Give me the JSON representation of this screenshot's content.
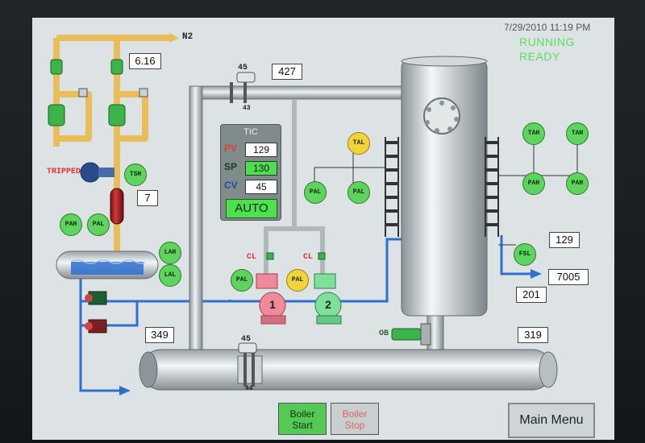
{
  "timestamp": "7/29/2010 11:19 PM",
  "status": {
    "line1": "RUNNING",
    "line2": "READY"
  },
  "gas_label": "N2",
  "tripped_label": "TRIPPED",
  "values": {
    "n2_reading": "6.16",
    "heater_reading": "7",
    "top_pipe_flow": "427",
    "left_pipe_reading": "349",
    "right_pipe_reading": "319",
    "column_level": "129",
    "outlet_flow": "7005",
    "column_bottom": "201"
  },
  "valves": {
    "top_valve_upper": "45",
    "top_valve_lower": "43",
    "bottom_valve_upper": "45",
    "bottom_valve_lower": "44"
  },
  "tic": {
    "title": "TIC",
    "pv_label": "PV",
    "pv_value": "129",
    "sp_label": "SP",
    "sp_value": "130",
    "cv_label": "CV",
    "cv_value": "45",
    "mode": "AUTO"
  },
  "tags": {
    "tsh": "TSH",
    "pah": "PAH",
    "pal": "PAL",
    "lah": "LAH",
    "lal": "LAL",
    "tal": "TAL",
    "tah": "TAH",
    "fsl": "FSL"
  },
  "labels": {
    "cl": "CL",
    "ob": "OB"
  },
  "pumps": {
    "p1": "1",
    "p2": "2"
  },
  "buttons": {
    "boiler_start_line1": "Boiler",
    "boiler_start_line2": "Start",
    "boiler_stop_line1": "Boiler",
    "boiler_stop_line2": "Stop",
    "main_menu": "Main Menu"
  },
  "colors": {
    "screen_bg": "#dde3e5",
    "process_pipe": "#b9c0c4",
    "gas_pipe": "#f0c972",
    "water_pipe": "#2f6fd0",
    "running_text": "#57e05a",
    "alarm_green": "#5ed35e",
    "alarm_yellow": "#f2d33a",
    "tripped_red": "#e23030"
  }
}
